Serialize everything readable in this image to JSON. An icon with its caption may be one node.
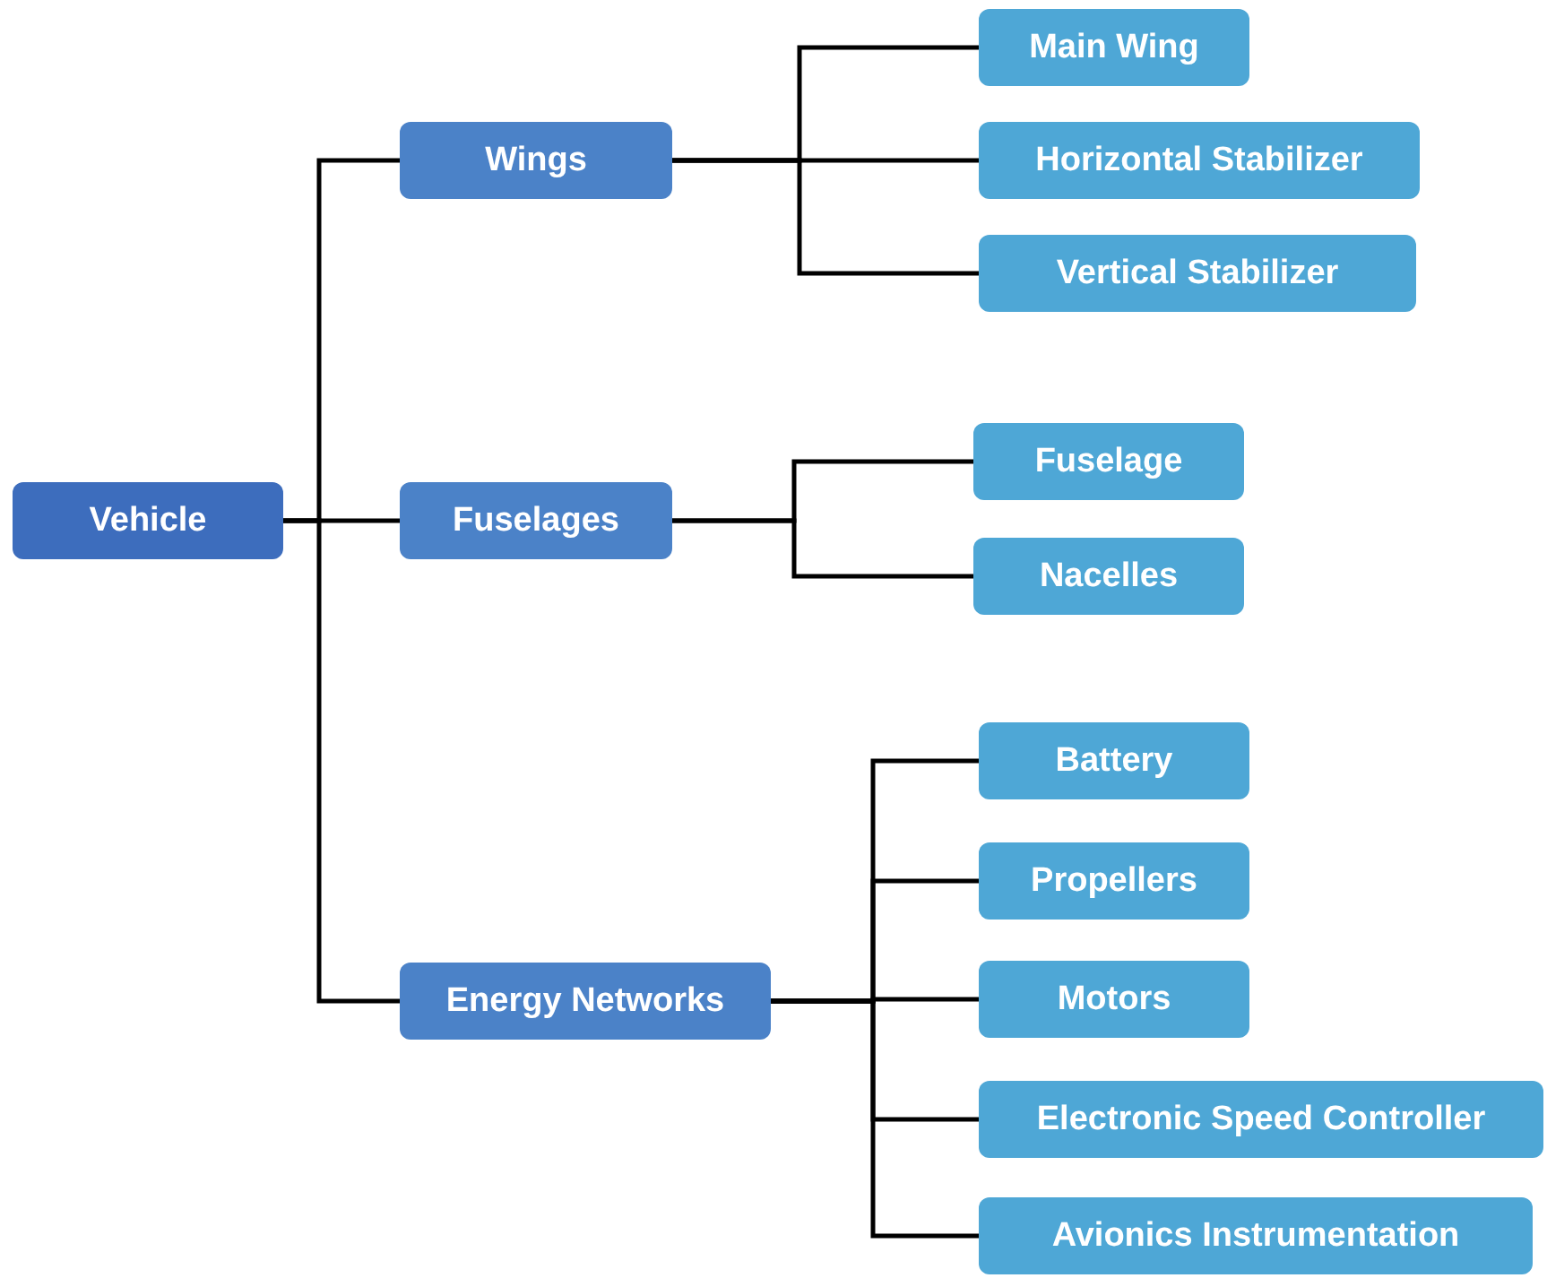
{
  "diagram": {
    "nodes": [
      {
        "text": [
          "Vehicle"
        ]
      },
      {
        "text": [
          "Wings"
        ]
      },
      {
        "text": [
          "Main Wing"
        ]
      },
      {
        "text": [
          "Horizontal Stabilizer"
        ]
      },
      {
        "text": [
          "Vertical Stabilizer"
        ]
      },
      {
        "text": [
          "Fuselages"
        ]
      },
      {
        "text": [
          "Fuselage"
        ]
      },
      {
        "text": [
          "Nacelles"
        ]
      },
      {
        "text": [
          "Energy Networks"
        ]
      },
      {
        "text": [
          "Battery"
        ]
      },
      {
        "text": [
          "Propellers"
        ]
      },
      {
        "text": [
          "Motors"
        ]
      },
      {
        "text": [
          "Electronic Speed Controller"
        ]
      },
      {
        "text": [
          "Avionics Instrumentation"
        ]
      }
    ],
    "edges": [
      {
        "from": 0,
        "to": 1,
        "arrow": "none"
      },
      {
        "from": 0,
        "to": 5,
        "arrow": "none"
      },
      {
        "from": 0,
        "to": 8,
        "arrow": "none"
      },
      {
        "from": 1,
        "to": 2,
        "arrow": "none"
      },
      {
        "from": 1,
        "to": 3,
        "arrow": "none"
      },
      {
        "from": 1,
        "to": 4,
        "arrow": "none"
      },
      {
        "from": 5,
        "to": 6,
        "arrow": "none"
      },
      {
        "from": 5,
        "to": 7,
        "arrow": "none"
      },
      {
        "from": 8,
        "to": 9,
        "arrow": "none"
      },
      {
        "from": 8,
        "to": 10,
        "arrow": "none"
      },
      {
        "from": 8,
        "to": 11,
        "arrow": "none"
      },
      {
        "from": 8,
        "to": 12,
        "arrow": "none"
      },
      {
        "from": 8,
        "to": 13,
        "arrow": "none"
      }
    ]
  }
}
